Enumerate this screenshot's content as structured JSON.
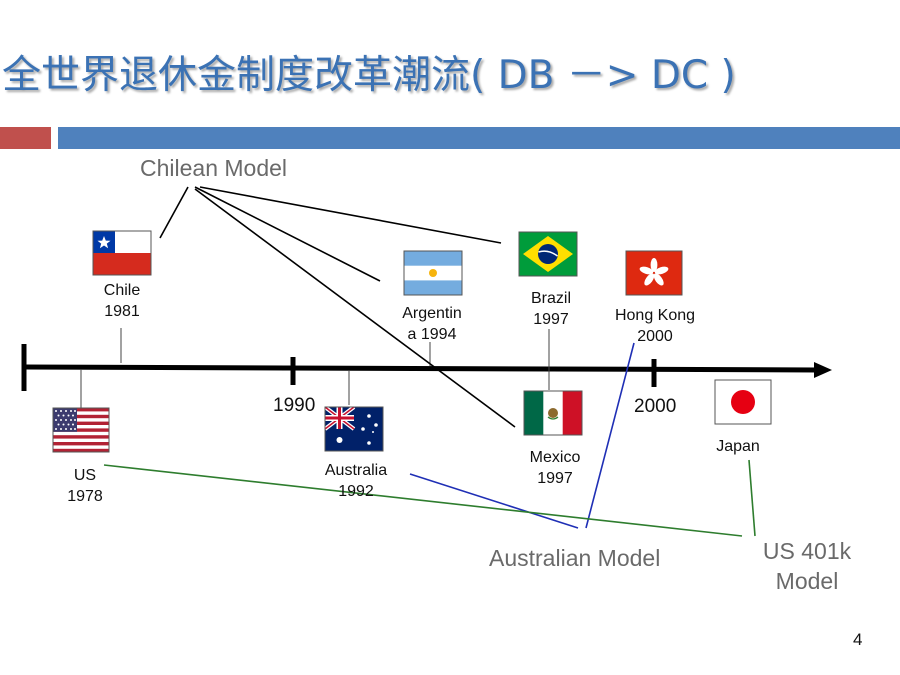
{
  "slide": {
    "title": "全世界退休金制度改革潮流( DB  －> DC )",
    "page_number": "4"
  },
  "timeline": {
    "year_1990": "1990",
    "year_2000": "2000"
  },
  "models": {
    "chilean": "Chilean Model",
    "australian": "Australian Model",
    "us401k_line1": "US 401k",
    "us401k_line2": "Model"
  },
  "countries": {
    "chile": {
      "name": "Chile",
      "year": "1981"
    },
    "us": {
      "name": "US",
      "year": "1978"
    },
    "argentina": {
      "name_line1": "Argentin",
      "name_line2": "a 1994"
    },
    "australia": {
      "name": "Australia",
      "year": "1992"
    },
    "brazil": {
      "name": "Brazil",
      "year": "1997"
    },
    "mexico": {
      "name": "Mexico",
      "year": "1997"
    },
    "hongkong": {
      "name": "Hong Kong",
      "year": "2000"
    },
    "japan": {
      "name": "Japan"
    }
  },
  "colors": {
    "title": "#3b72b4",
    "accent_red": "#c0504d",
    "accent_blue": "#4f81bd",
    "australian_link": "#1f2fb5",
    "us401k_link": "#2e7d2e"
  }
}
